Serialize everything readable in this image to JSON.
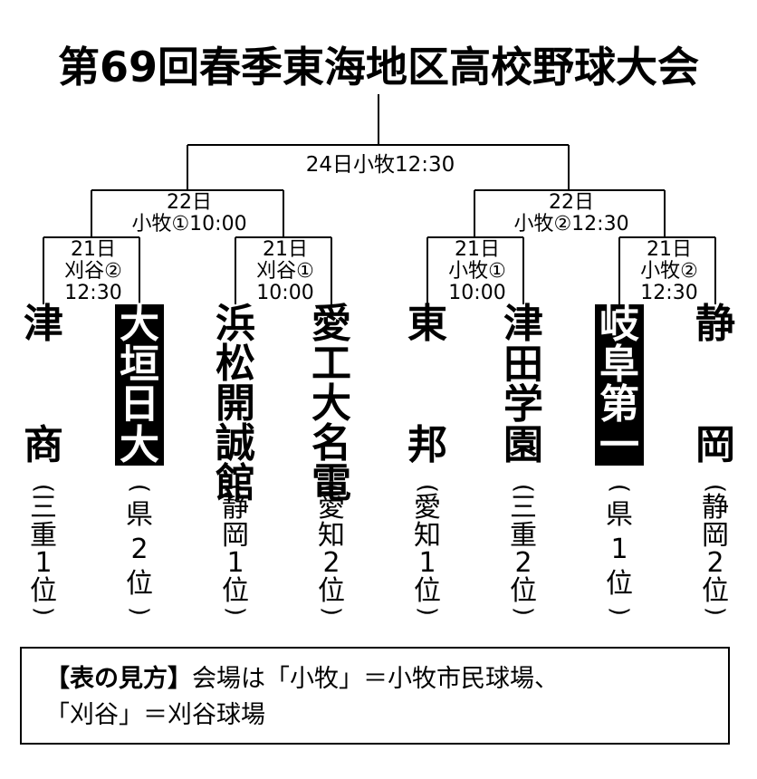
{
  "title": "第69回春季東海地区高校野球大会",
  "final": {
    "label": "24日小牧12:30"
  },
  "semifinals": [
    {
      "date": "22日",
      "venue_time": "小牧①10:00"
    },
    {
      "date": "22日",
      "venue_time": "小牧②12:30"
    }
  ],
  "quarterfinals": [
    {
      "date": "21日",
      "venue": "刈谷②",
      "time": "12:30"
    },
    {
      "date": "21日",
      "venue": "刈谷①",
      "time": "10:00"
    },
    {
      "date": "21日",
      "venue": "小牧①",
      "time": "10:00"
    },
    {
      "date": "21日",
      "venue": "小牧②",
      "time": "12:30"
    }
  ],
  "teams": [
    {
      "chars": [
        "津",
        "商"
      ],
      "pref": [
        "三",
        "重",
        "1",
        "位"
      ],
      "highlight": false
    },
    {
      "chars": [
        "大",
        "垣",
        "日",
        "大"
      ],
      "pref": [
        "県",
        "2",
        "位"
      ],
      "highlight": true
    },
    {
      "chars": [
        "浜",
        "松",
        "開",
        "誠",
        "館"
      ],
      "pref": [
        "静",
        "岡",
        "1",
        "位"
      ],
      "highlight": false
    },
    {
      "chars": [
        "愛",
        "工",
        "大",
        "名",
        "電"
      ],
      "pref": [
        "愛",
        "知",
        "2",
        "位"
      ],
      "highlight": false
    },
    {
      "chars": [
        "東",
        "邦"
      ],
      "pref": [
        "愛",
        "知",
        "1",
        "位"
      ],
      "highlight": false
    },
    {
      "chars": [
        "津",
        "田",
        "学",
        "園"
      ],
      "pref": [
        "三",
        "重",
        "2",
        "位"
      ],
      "highlight": false
    },
    {
      "chars": [
        "岐",
        "阜",
        "第",
        "一"
      ],
      "pref": [
        "県",
        "1",
        "位"
      ],
      "highlight": true
    },
    {
      "chars": [
        "静",
        "岡"
      ],
      "pref": [
        "静",
        "岡",
        "2",
        "位"
      ],
      "highlight": false
    }
  ],
  "legend": {
    "heading": "【表の見方】",
    "line1": "会場は「小牧」＝小牧市民球場、",
    "line2": "「刈谷」＝刈谷球場"
  }
}
